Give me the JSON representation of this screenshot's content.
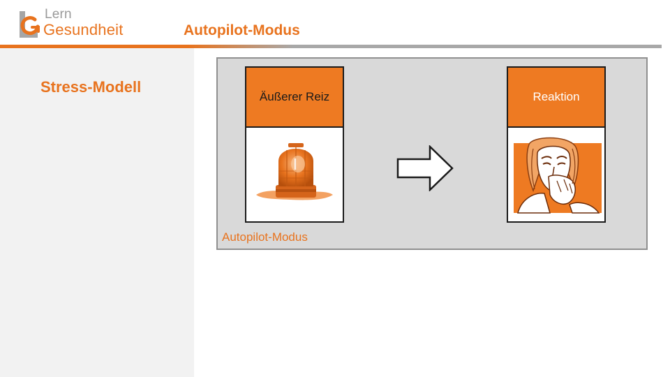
{
  "brand": {
    "name_top": "Lern",
    "name_bottom": "Gesundheit",
    "logo_icon": "lg-logo-mark",
    "accent_color": "#e8731e",
    "gray_color": "#9a9a9a"
  },
  "page": {
    "title": "Autopilot-Modus"
  },
  "sidebar": {
    "heading": "Stress-Modell"
  },
  "diagram": {
    "stimulus": {
      "label": "Äußerer Reiz",
      "image": "warning-beacon-illustration"
    },
    "arrow_icon": "arrow-right-outline-icon",
    "reaction": {
      "label": "Reaktion",
      "image": "distressed-woman-illustration"
    },
    "caption": "Autopilot-Modus"
  }
}
